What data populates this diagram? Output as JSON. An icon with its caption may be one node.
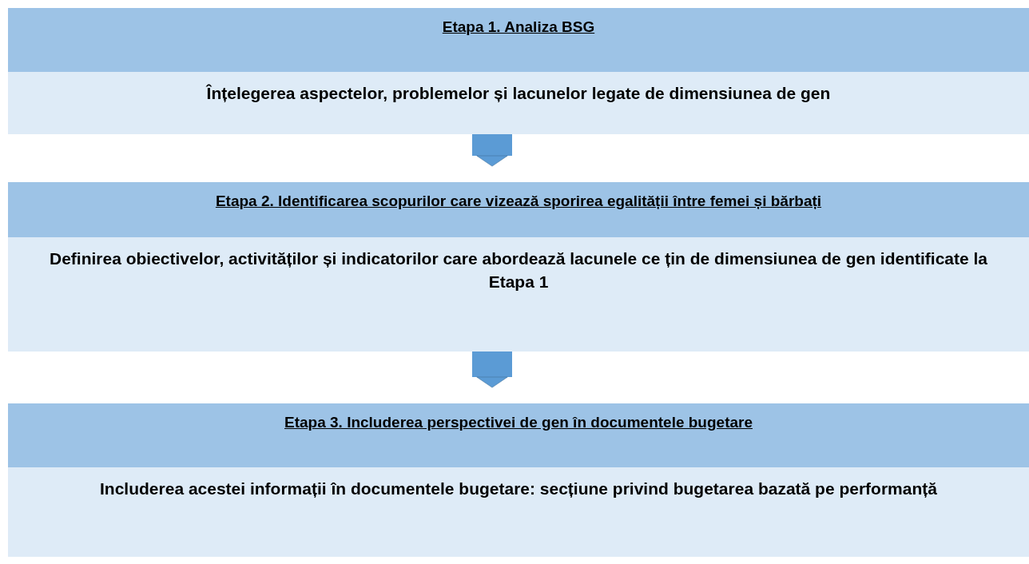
{
  "diagram": {
    "nodes": [
      {
        "text": [
          "Etapa 1. Analiza BSG",
          "Înțelegerea aspectelor, problemelor și lacunelor legate de dimensiunea de gen"
        ]
      },
      {
        "text": [
          "Etapa 2. Identificarea scopurilor care vizează sporirea egalității între femei și bărbați",
          "Definirea obiectivelor, activităților și indicatorilor care abordează lacunele ce țin de dimensiunea de gen identificate la Etapa 1"
        ]
      },
      {
        "text": [
          "Etapa 3. Includerea perspectivei de gen în documentele bugetare",
          "Includerea acestei informații în documentele bugetare: secțiune privind bugetarea bazată pe performanță"
        ]
      }
    ],
    "edges": [
      {
        "from": 0,
        "to": 1,
        "arrow": "to"
      },
      {
        "from": 1,
        "to": 2,
        "arrow": "to"
      }
    ]
  }
}
